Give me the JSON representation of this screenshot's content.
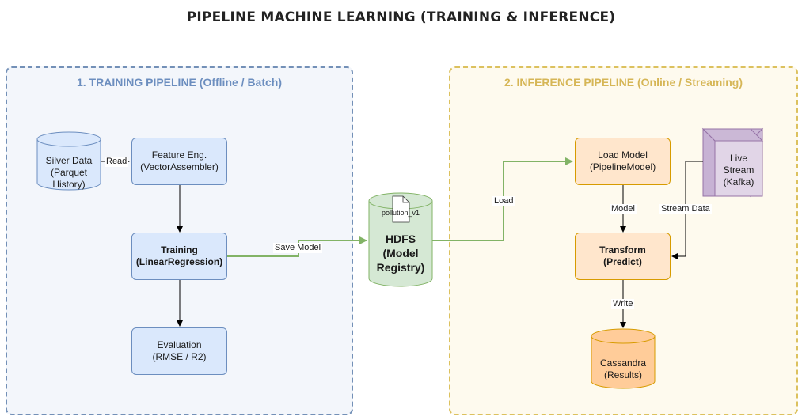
{
  "title": "PIPELINE MACHINE LEARNING (TRAINING & INFERENCE)",
  "training": {
    "title": "1. TRAINING PIPELINE (Offline / Batch)",
    "silver_data": "Silver Data\n(Parquet\nHistory)",
    "feature_eng": "Feature Eng.\n(VectorAssembler)",
    "training": "Training\n(LinearRegression)",
    "evaluation": "Evaluation\n(RMSE / R2)"
  },
  "registry": {
    "file": "pollution_v1",
    "name": "HDFS\n(Model\nRegistry)"
  },
  "inference": {
    "title": "2. INFERENCE PIPELINE (Online / Streaming)",
    "load_model": "Load Model\n(PipelineModel)",
    "live_stream": "Live\nStream\n(Kafka)",
    "transform": "Transform\n(Predict)",
    "cassandra": "Cassandra\n(Results)"
  },
  "edges": {
    "read": "Read",
    "save_model": "Save Model",
    "load": "Load",
    "model": "Model",
    "stream_data": "Stream Data",
    "write": "Write"
  },
  "colors": {
    "training_fill": "#dae8fc",
    "training_stroke": "#6c8ebf",
    "inference_fill": "#ffe6cc",
    "inference_stroke": "#d79b00",
    "registry_fill": "#d5e8d4",
    "registry_stroke": "#82b366",
    "stream_fill": "#e1d5e7",
    "stream_stroke": "#9673a6",
    "results_fill": "#ffcc99"
  }
}
